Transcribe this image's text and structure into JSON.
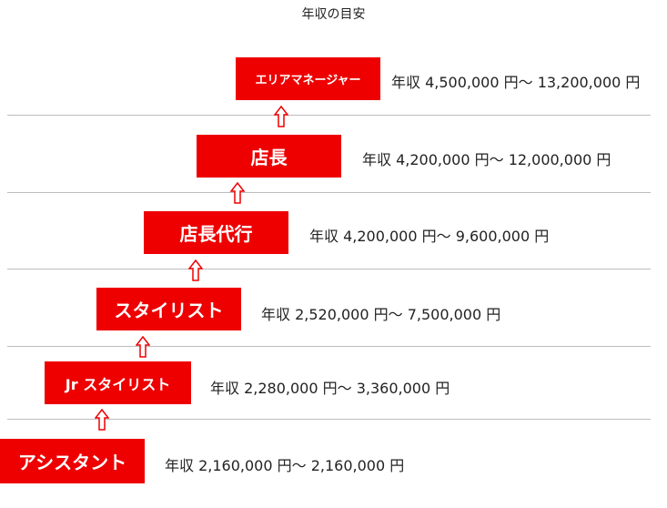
{
  "title": "年収の目安",
  "colors": {
    "box": "#ee0000",
    "box_text": "#ffffff",
    "arrow": "#ee0000",
    "line": "#bdbdbd"
  },
  "levels": [
    {
      "role": "エリアマネージャー",
      "salary": "年収 4,500,000 円〜 13,200,000 円"
    },
    {
      "role": "店長",
      "salary": "年収 4,200,000 円〜 12,000,000 円"
    },
    {
      "role": "店長代行",
      "salary": "年収 4,200,000 円〜 9,600,000 円"
    },
    {
      "role": "スタイリスト",
      "salary": "年収 2,520,000 円〜 7,500,000 円"
    },
    {
      "role": "Jr スタイリスト",
      "salary": "年収 2,280,000 円〜 3,360,000 円"
    },
    {
      "role": "アシスタント",
      "salary": "年収 2,160,000 円〜 2,160,000 円"
    }
  ]
}
